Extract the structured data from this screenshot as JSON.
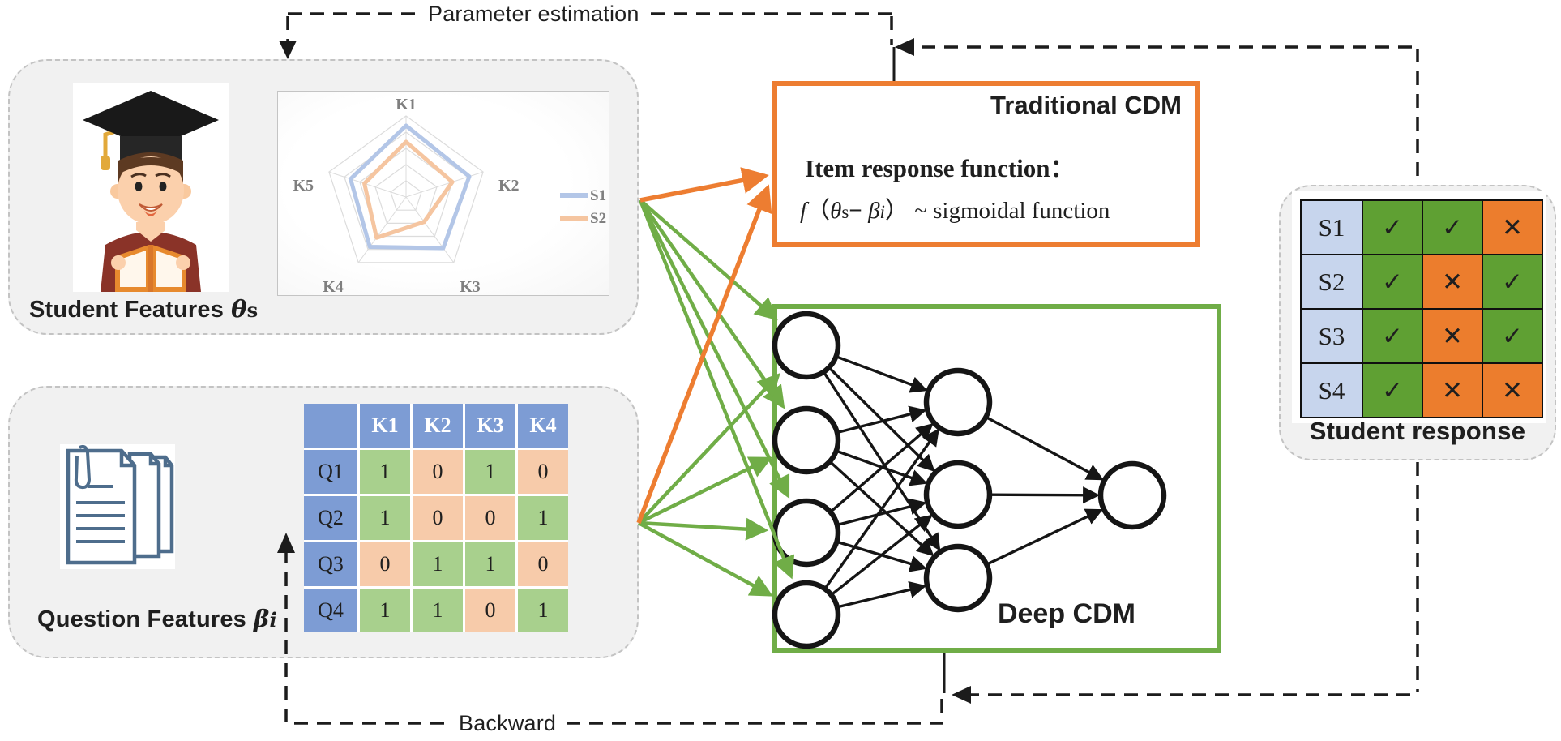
{
  "labels": {
    "parameter_estimation": "Parameter estimation",
    "backward": "Backward",
    "student_features": "Student Features",
    "question_features": "Question Features",
    "theta": "θ",
    "theta_sub": "s",
    "beta": "β",
    "beta_sub": "i",
    "traditional_cdm": "Traditional CDM",
    "item_response_heading": "Item response function：",
    "formula": {
      "f": "f",
      "open": "（",
      "theta": "θ",
      "theta_sub": "s",
      "minus": "−",
      "beta": "β",
      "beta_sub": "i",
      "close": "）",
      "tail": "~ sigmoidal function"
    },
    "deep_cdm": "Deep CDM",
    "student_response": "Student response"
  },
  "chart_data": {
    "type": "radar",
    "categories": [
      "K1",
      "K2",
      "K3",
      "K4",
      "K5"
    ],
    "series": [
      {
        "name": "S1",
        "values": [
          0.88,
          0.82,
          0.78,
          0.76,
          0.72
        ],
        "color": "#b3c6e7"
      },
      {
        "name": "S2",
        "values": [
          0.68,
          0.6,
          0.38,
          0.62,
          0.54
        ],
        "color": "#f5c5a0"
      }
    ],
    "rings": 5,
    "max": 1.0,
    "legend_position": "right",
    "grid": true
  },
  "q_matrix": {
    "corner": "",
    "columns": [
      "K1",
      "K2",
      "K3",
      "K4"
    ],
    "rows": [
      {
        "label": "Q1",
        "values": [
          1,
          0,
          1,
          0
        ]
      },
      {
        "label": "Q2",
        "values": [
          1,
          0,
          0,
          1
        ]
      },
      {
        "label": "Q3",
        "values": [
          0,
          1,
          1,
          0
        ]
      },
      {
        "label": "Q4",
        "values": [
          1,
          1,
          0,
          1
        ]
      }
    ]
  },
  "response_table": {
    "correct_symbol": "✓",
    "wrong_symbol": "✕",
    "rows": [
      {
        "label": "S1",
        "marks": [
          "correct",
          "correct",
          "wrong"
        ]
      },
      {
        "label": "S2",
        "marks": [
          "correct",
          "wrong",
          "correct"
        ]
      },
      {
        "label": "S3",
        "marks": [
          "correct",
          "wrong",
          "correct"
        ]
      },
      {
        "label": "S4",
        "marks": [
          "correct",
          "wrong",
          "wrong"
        ]
      }
    ]
  },
  "network": {
    "input_count": 4,
    "hidden_count": 3,
    "output_count": 1
  },
  "colors": {
    "orange": "#ed7d31",
    "green": "#70ad47",
    "arrow_black": "#1c1c1c",
    "panel": "#f1f1f1",
    "panel_border": "#c3c3c3",
    "q_blue": "#7d9cd4",
    "q_green": "#a8d08d",
    "q_peach": "#f7cbaa",
    "resp_green": "#5fa033",
    "resp_orange": "#ec7d2d",
    "resp_lavender": "#c7d5ed",
    "doc_icon_stroke": "#4e6d8c",
    "radar_grid": "#dcdcdc"
  }
}
